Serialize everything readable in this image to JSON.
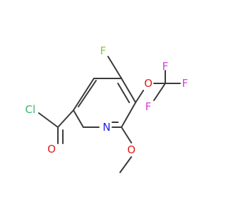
{
  "atoms": [
    {
      "id": "F4",
      "label": "F",
      "color": "#8cc63f"
    },
    {
      "id": "O3",
      "label": "O",
      "color": "#e02020"
    },
    {
      "id": "F_top",
      "label": "F",
      "color": "#d63fd6"
    },
    {
      "id": "F_right",
      "label": "F",
      "color": "#d63fd6"
    },
    {
      "id": "F_left",
      "label": "F",
      "color": "#d63fd6"
    },
    {
      "id": "Cl",
      "label": "Cl",
      "color": "#3cb371"
    },
    {
      "id": "O_carbonyl",
      "label": "O",
      "color": "#e02020"
    },
    {
      "id": "N",
      "label": "N",
      "color": "#2020e0"
    },
    {
      "id": "O2",
      "label": "O",
      "color": "#e02020"
    }
  ],
  "bond_color": "#3a3a3a"
}
